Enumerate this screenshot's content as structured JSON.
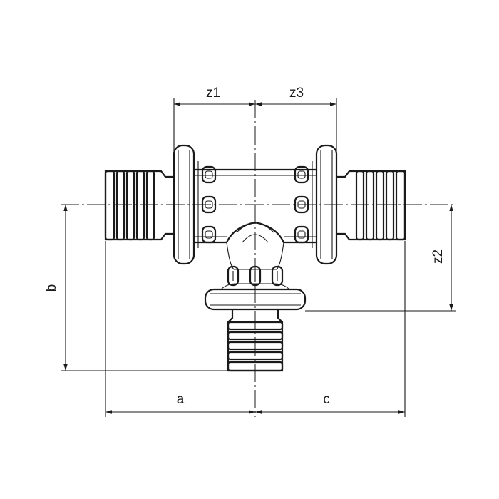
{
  "dimensions": {
    "z1": "z1",
    "z3": "z3",
    "z2": "z2",
    "a": "a",
    "b": "b",
    "c": "c"
  },
  "colors": {
    "line": "#1a1a1a",
    "background": "#ffffff"
  }
}
